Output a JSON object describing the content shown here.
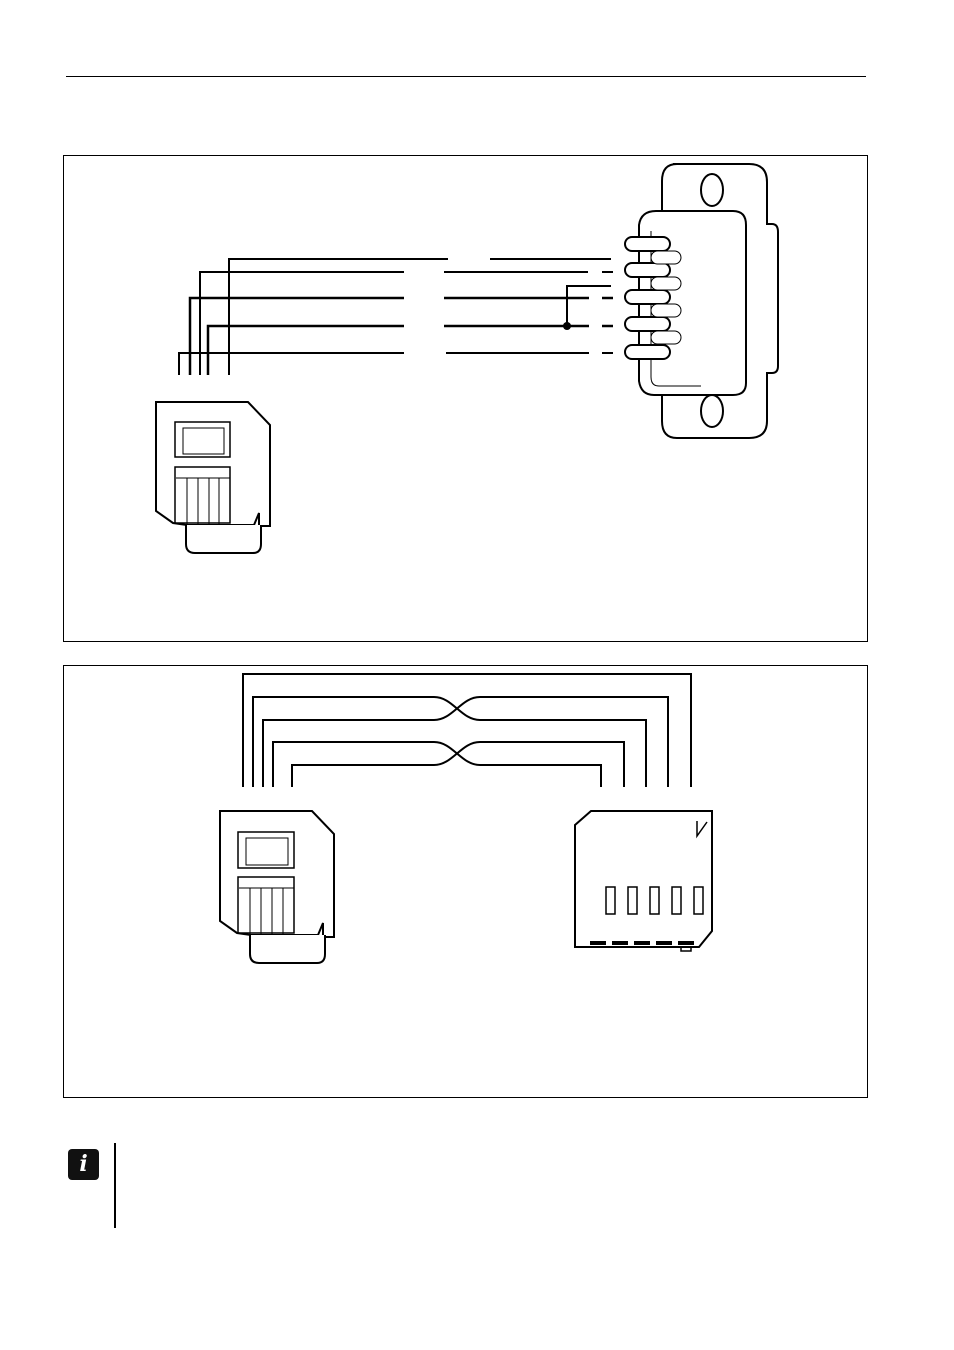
{
  "diagram": {
    "panels": [
      {
        "id": "panel-a",
        "components": [
          "rj-plug",
          "db9-connector"
        ],
        "connections": 5,
        "junction": true
      },
      {
        "id": "panel-b",
        "components": [
          "rj-plug",
          "rj-socket"
        ],
        "connections": 5,
        "crossovers": 2
      }
    ],
    "stroke_color": "#000000",
    "background": "#ffffff"
  },
  "note": {
    "icon": "info-icon",
    "glyph": "i"
  }
}
